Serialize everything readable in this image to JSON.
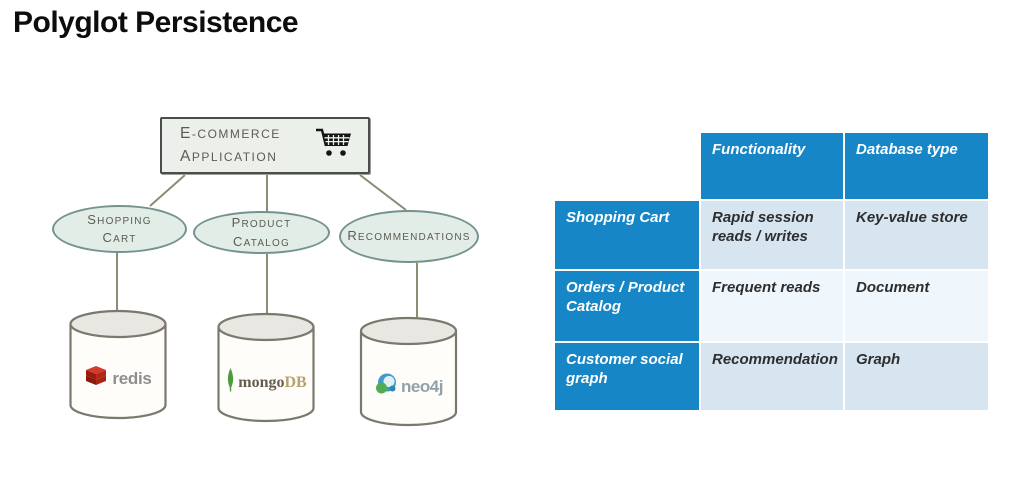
{
  "title": "Polyglot Persistence",
  "diagram": {
    "application_box": {
      "lines": [
        "E-Commerce",
        "Application"
      ],
      "icon": "shopping-cart-icon"
    },
    "nodes": [
      {
        "lines": [
          "Shopping",
          "Cart"
        ],
        "database": "redis"
      },
      {
        "lines": [
          "Product",
          "Catalog"
        ],
        "database": "mongoDB"
      },
      {
        "lines": [
          "Recommendations"
        ],
        "database": "neo4j"
      }
    ],
    "logos": {
      "redis": {
        "text": "redis",
        "icon": "redis-cube-icon",
        "color": "#c0392b"
      },
      "mongodb": {
        "text_primary": "mongo",
        "text_secondary": "DB",
        "icon": "mongodb-leaf-icon",
        "color": "#4e9b3d"
      },
      "neo4j": {
        "text": "neo4j",
        "icon": "neo4j-graph-icon",
        "color": "#3e9cc9"
      }
    },
    "colors": {
      "ellipse_fill": "#e3ede8",
      "ellipse_border": "#74938e",
      "connector_line": "#8b8c74"
    }
  },
  "table": {
    "columns": [
      "",
      "Functionality",
      "Database type"
    ],
    "rows": [
      {
        "label": "Shopping Cart",
        "functionality": "Rapid session reads / writes",
        "database_type": "Key-value store"
      },
      {
        "label": "Orders / Product Catalog",
        "functionality": "Frequent reads",
        "database_type": "Document"
      },
      {
        "label": "Customer social graph",
        "functionality": "Recommendation",
        "database_type": "Graph"
      }
    ],
    "colors": {
      "header_blue": "#1786c6",
      "row_light_blue": "#d7e5f1",
      "row_pale": "#f0f7fc"
    }
  }
}
